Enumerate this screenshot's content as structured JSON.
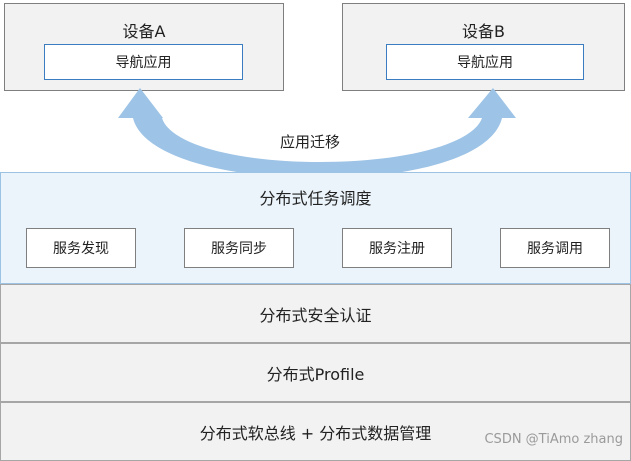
{
  "devices": [
    {
      "title": "设备A",
      "app": "导航应用"
    },
    {
      "title": "设备B",
      "app": "导航应用"
    }
  ],
  "migration_label": "应用迁移",
  "scheduling": {
    "title": "分布式任务调度",
    "services": [
      "服务发现",
      "服务同步",
      "服务注册",
      "服务调用"
    ]
  },
  "layers": [
    "分布式安全认证",
    "分布式Profile",
    "分布式软总线 + 分布式数据管理"
  ],
  "watermark": "CSDN @TiAmo zhang",
  "colors": {
    "arrow": "#9dc3e6",
    "panel_fill": "#ebf4fb",
    "panel_border": "#9cc3e4",
    "app_border": "#3b7dc0",
    "layer_fill": "#f2f2f2"
  }
}
